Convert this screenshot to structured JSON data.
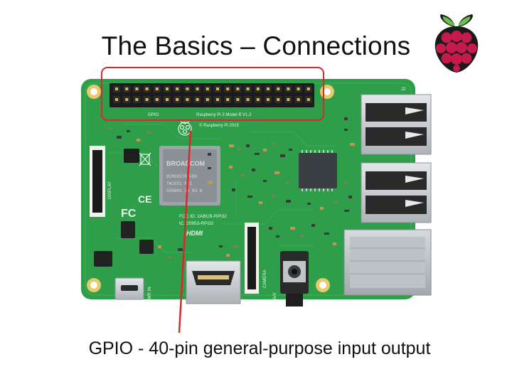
{
  "slide": {
    "title": "The Basics – Connections",
    "caption": "GPIO - 40-pin general-purpose input output"
  },
  "board": {
    "silkscreen_model": "Raspberry Pi 3 Model B V1.2",
    "silkscreen_copyright": "© Raspberry Pi 2015",
    "gpio_label": "GPIO",
    "hdmi_label": "HDMI",
    "display_label": "DISPLAY",
    "camera_label": "CAMERA",
    "soc_brand": "BROADCOM",
    "soc_part": "BCM2837RIFBG",
    "soc_lot": "TW1551 P11",
    "soc_code": "556AH1 13 N3 W",
    "fcc_mark": "FC",
    "ce_mark": "CE",
    "ic_label_1": "FCC ID: 2ABCB-RPI32",
    "ic_label_2": "IC: 20953-RPI32",
    "pwr_label": "PWR IN",
    "av_label": "A/V",
    "j2_label": "J2"
  },
  "annotation": {
    "highlight_color": "#e2242a"
  },
  "colors": {
    "pcb_green": "#2e9e4a",
    "pcb_dark": "#23803b",
    "raspberry_red": "#c51a4a",
    "leaf_green": "#4caf50"
  }
}
